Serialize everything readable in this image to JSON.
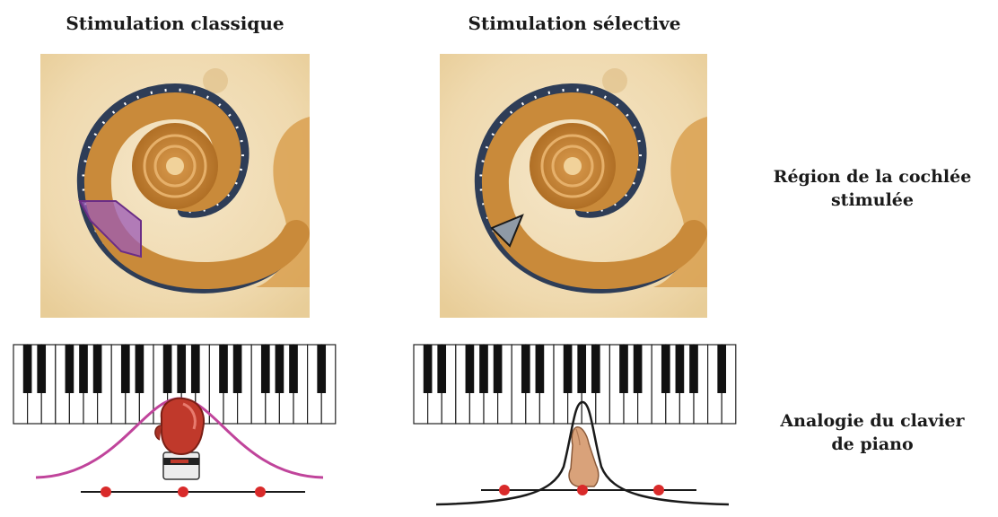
{
  "left_panel": {
    "title": "Stimulation classique"
  },
  "right_panel": {
    "title": "Stimulation sélective"
  },
  "labels": {
    "region_line1": "Région de la cochlée",
    "region_line2": "stimulée",
    "piano_line1": "Analogie du clavier",
    "piano_line2": "de piano"
  },
  "colors": {
    "wide_region": "#9b59b6",
    "wide_curve": "#c0449b",
    "narrow_region": "#8f9aa6",
    "narrow_curve": "#1a1a1a",
    "electrode_dot": "#d92a2a",
    "cochlea_orange": "#c98a3a"
  }
}
